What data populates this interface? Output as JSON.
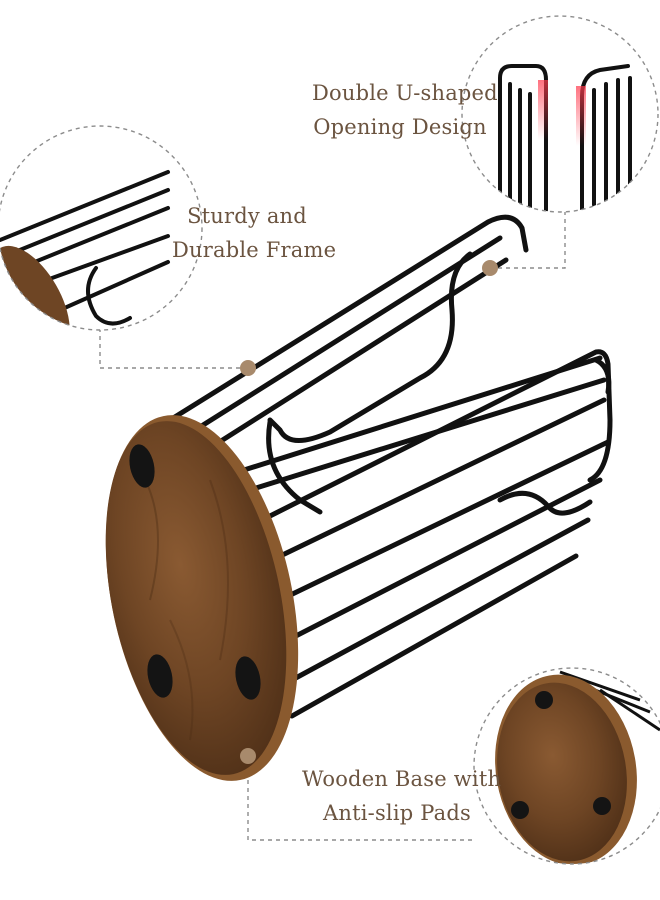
{
  "callouts": {
    "opening": {
      "line1": "Double U-shaped",
      "line2": "Opening Design"
    },
    "frame": {
      "line1": "Sturdy and",
      "line2": "Durable Frame"
    },
    "base": {
      "line1": "Wooden Base with",
      "line2": "Anti-slip Pads"
    }
  },
  "colors": {
    "wire": "#111111",
    "wood": "#6b4423",
    "wood_edge": "#8a5a2e",
    "label_text": "#6b5440",
    "dashed_line": "#8c8c8c",
    "marker_dot": "#a88a6c",
    "highlight_red": "#d7263d"
  }
}
